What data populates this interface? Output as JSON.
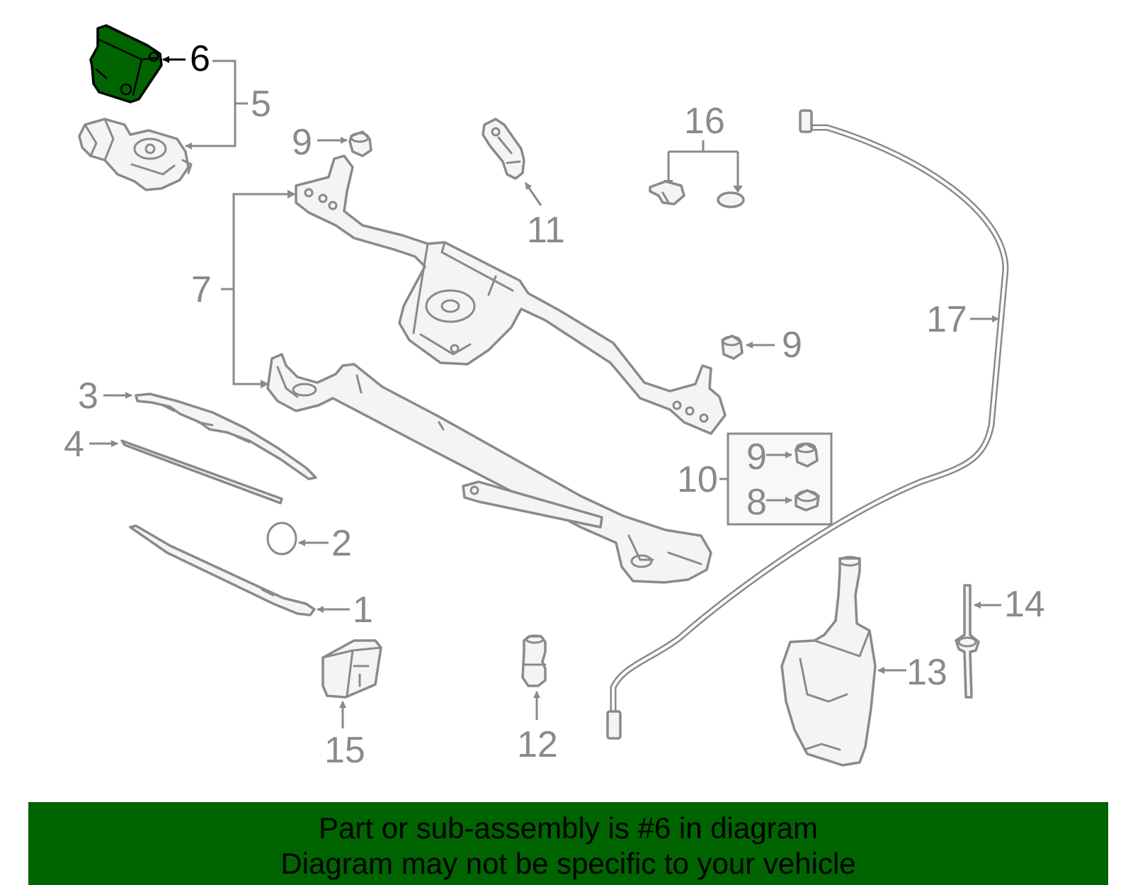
{
  "callouts": {
    "c1": "1",
    "c2": "2",
    "c3": "3",
    "c4": "4",
    "c5": "5",
    "c6": "6",
    "c7": "7",
    "c8": "8",
    "c9a": "9",
    "c9b": "9",
    "c9c": "9",
    "c10": "10",
    "c11": "11",
    "c12": "12",
    "c13": "13",
    "c14": "14",
    "c15": "15",
    "c16": "16",
    "c17": "17"
  },
  "highlighted_part": "6",
  "highlight_color": "#006400",
  "banner": {
    "line1": "Part or sub-assembly is #6 in diagram",
    "line2": "Diagram may not be specific to your vehicle",
    "background": "#006400"
  }
}
